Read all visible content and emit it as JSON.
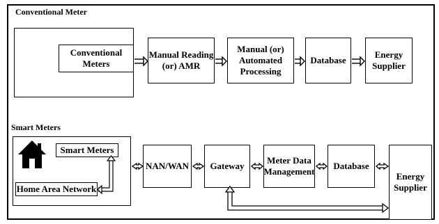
{
  "conventional": {
    "title": "Conventional Meter",
    "meter_box": "Conventional Meters",
    "reading": [
      "Manual Reading",
      "(or) AMR"
    ],
    "processing": [
      "Manual (or)",
      "Automated",
      "Processing"
    ],
    "database": "Database",
    "supplier": [
      "Energy",
      "Supplier"
    ]
  },
  "smart": {
    "title": "Smart Meters",
    "meter_box": "Smart Meters",
    "han": "Home Area Network",
    "nan": "NAN/WAN",
    "gateway": "Gateway",
    "mdm": [
      "Meter Data",
      "Management"
    ],
    "database": "Database",
    "supplier": [
      "Energy",
      "Supplier"
    ]
  },
  "icons": [
    "house-icon",
    "double-arrow-icon",
    "hollow-arrow-icon"
  ]
}
